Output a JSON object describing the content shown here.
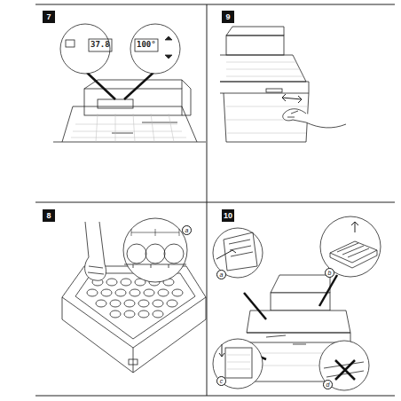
{
  "diagram": {
    "labels": [
      "7",
      "37.8",
      "100°",
      "9",
      "8",
      "a",
      "10",
      "a",
      "b",
      "c",
      "d"
    ]
  }
}
